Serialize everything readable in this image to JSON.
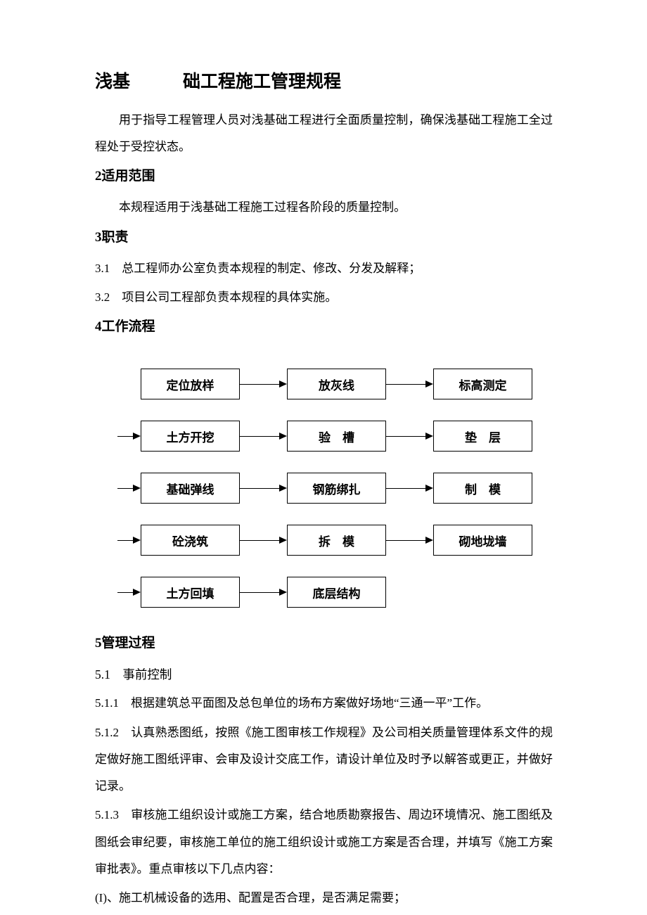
{
  "doc": {
    "title": "浅基　　　础工程施工管理规程",
    "intro": "用于指导工程管理人员对浅基础工程进行全面质量控制，确保浅基础工程施工全过程处于受控状态。",
    "heading_scope": "2适用范围",
    "scope_text": "本规程适用于浅基础工程施工过程各阶段的质量控制。",
    "heading_duties": "3职责",
    "duty_1": "3.1　总工程师办公室负责本规程的制定、修改、分发及解释；",
    "duty_2": "3.2　项目公司工程部负责本规程的具体实施。",
    "heading_workflow": "4工作流程",
    "heading_process": "5管理过程",
    "sub_heading_precontrol": "5.1　事前控制",
    "item_5_1_1": "5.1.1　根据建筑总平面图及总包单位的场布方案做好场地“三通一平”工作。",
    "item_5_1_2": "5.1.2　认真熟悉图纸，按照《施工图审核工作规程》及公司相关质量管理体系文件的规定做好施工图纸评审、会审及设计交底工作，请设计单位及时予以解答或更正，并做好记录。",
    "item_5_1_3": "5.1.3　审核施工组织设计或施工方案，结合地质勘察报告、周边环境情况、施工图纸及图纸会审纪要，审核施工单位的施工组织设计或施工方案是否合理，并填写《施工方案审批表》。重点审核以下几点内容：",
    "item_I": "(I)、施工机械设备的选用、配置是否合理，是否满足需要；"
  },
  "flowchart": {
    "rows": [
      {
        "boxes": [
          "定位放样",
          "放灰线",
          "标高测定"
        ]
      },
      {
        "boxes": [
          "土方开挖",
          "验　槽",
          "垫　层"
        ]
      },
      {
        "boxes": [
          "基础弹线",
          "钢筋绑扎",
          "制　模"
        ]
      },
      {
        "boxes": [
          "砼浇筑",
          "拆　模",
          "砌地垅墙"
        ]
      },
      {
        "boxes": [
          "土方回填",
          "底层结构"
        ]
      }
    ]
  }
}
